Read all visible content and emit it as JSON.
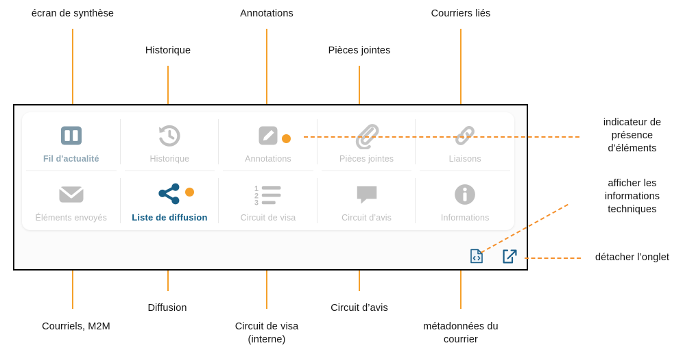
{
  "annotations": {
    "top": [
      {
        "text": "écran de synthèse",
        "name": "callout-ecran-de-synthese"
      },
      {
        "text": "Historique",
        "name": "callout-historique"
      },
      {
        "text": "Annotations",
        "name": "callout-annotations"
      },
      {
        "text": "Pièces jointes",
        "name": "callout-pieces-jointes"
      },
      {
        "text": "Courriers liés",
        "name": "callout-courriers-lies"
      }
    ],
    "bottom": [
      {
        "text": "Courriels, M2M",
        "name": "callout-courriels-m2m"
      },
      {
        "text": "Diffusion",
        "name": "callout-diffusion"
      },
      {
        "text": "Circuit de visa\n(interne)",
        "name": "callout-circuit-de-visa"
      },
      {
        "text": "Circuit d’avis",
        "name": "callout-circuit-davis"
      },
      {
        "text": "métadonnées du\ncourrier",
        "name": "callout-metadonnees-du-courrier"
      }
    ],
    "right": [
      {
        "text": "indicateur de\nprésence\nd’éléments",
        "name": "callout-indicateur-de-presence"
      },
      {
        "text": "afficher les\ninformations\ntechniques",
        "name": "callout-afficher-informations-techniques"
      },
      {
        "text": "détacher l’onglet",
        "name": "callout-detacher-longlet"
      }
    ]
  },
  "panel": {
    "tabs": [
      {
        "label": "Fil d'actualité",
        "icon": "dashboard-icon",
        "state": "tinted",
        "badge": false
      },
      {
        "label": "Historique",
        "icon": "history-icon",
        "state": "inactive",
        "badge": false
      },
      {
        "label": "Annotations",
        "icon": "pencil-icon",
        "state": "inactive",
        "badge": true
      },
      {
        "label": "Pièces jointes",
        "icon": "paperclip-icon",
        "state": "inactive",
        "badge": false
      },
      {
        "label": "Liaisons",
        "icon": "link-icon",
        "state": "inactive",
        "badge": false
      },
      {
        "label": "Éléments envoyés",
        "icon": "envelope-icon",
        "state": "inactive",
        "badge": false
      },
      {
        "label": "Liste de diffusion",
        "icon": "share-icon",
        "state": "active",
        "badge": true
      },
      {
        "label": "Circuit de visa",
        "icon": "numbered-list-icon",
        "state": "inactive",
        "badge": false
      },
      {
        "label": "Circuit d’avis",
        "icon": "comment-icon",
        "state": "inactive",
        "badge": false
      },
      {
        "label": "Informations",
        "icon": "info-icon",
        "state": "inactive",
        "badge": false
      }
    ],
    "actions": [
      {
        "name": "show-technical-info-button",
        "icon": "file-code-icon"
      },
      {
        "name": "detach-tab-button",
        "icon": "external-link-icon"
      }
    ]
  },
  "colors": {
    "accent_orange": "#f5a02a",
    "active_blue": "#135e86",
    "icon_blue_gray": "#7f99a8",
    "icon_gray": "#bfbfbf",
    "frame_border": "#000000"
  }
}
